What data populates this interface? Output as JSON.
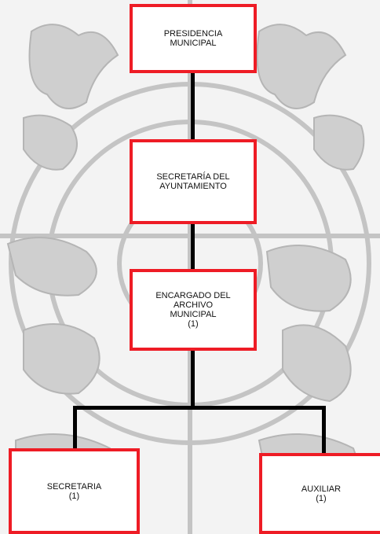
{
  "colors": {
    "box_border": "#ee1c25",
    "box_fill": "#ffffff",
    "connector": "#000000",
    "background": "#f3f3f3",
    "watermark": "#bdbdbd"
  },
  "watermark": {
    "description": "faded municipal coat of arms behind the chart"
  },
  "org_chart": {
    "presidencia": {
      "line1": "PRESIDENCIA",
      "line2": "MUNICIPAL"
    },
    "secretaria_ayuntamiento": {
      "line1": "SECRETARÍA DEL",
      "line2": "AYUNTAMIENTO"
    },
    "encargado_archivo": {
      "line1": "ENCARGADO DEL",
      "line2": "ARCHIVO",
      "line3": "MUNICIPAL",
      "count": "(1)"
    },
    "secretaria": {
      "label": "SECRETARIA",
      "count": "(1)"
    },
    "auxiliar": {
      "label": "AUXILIAR",
      "count": "(1)"
    }
  }
}
